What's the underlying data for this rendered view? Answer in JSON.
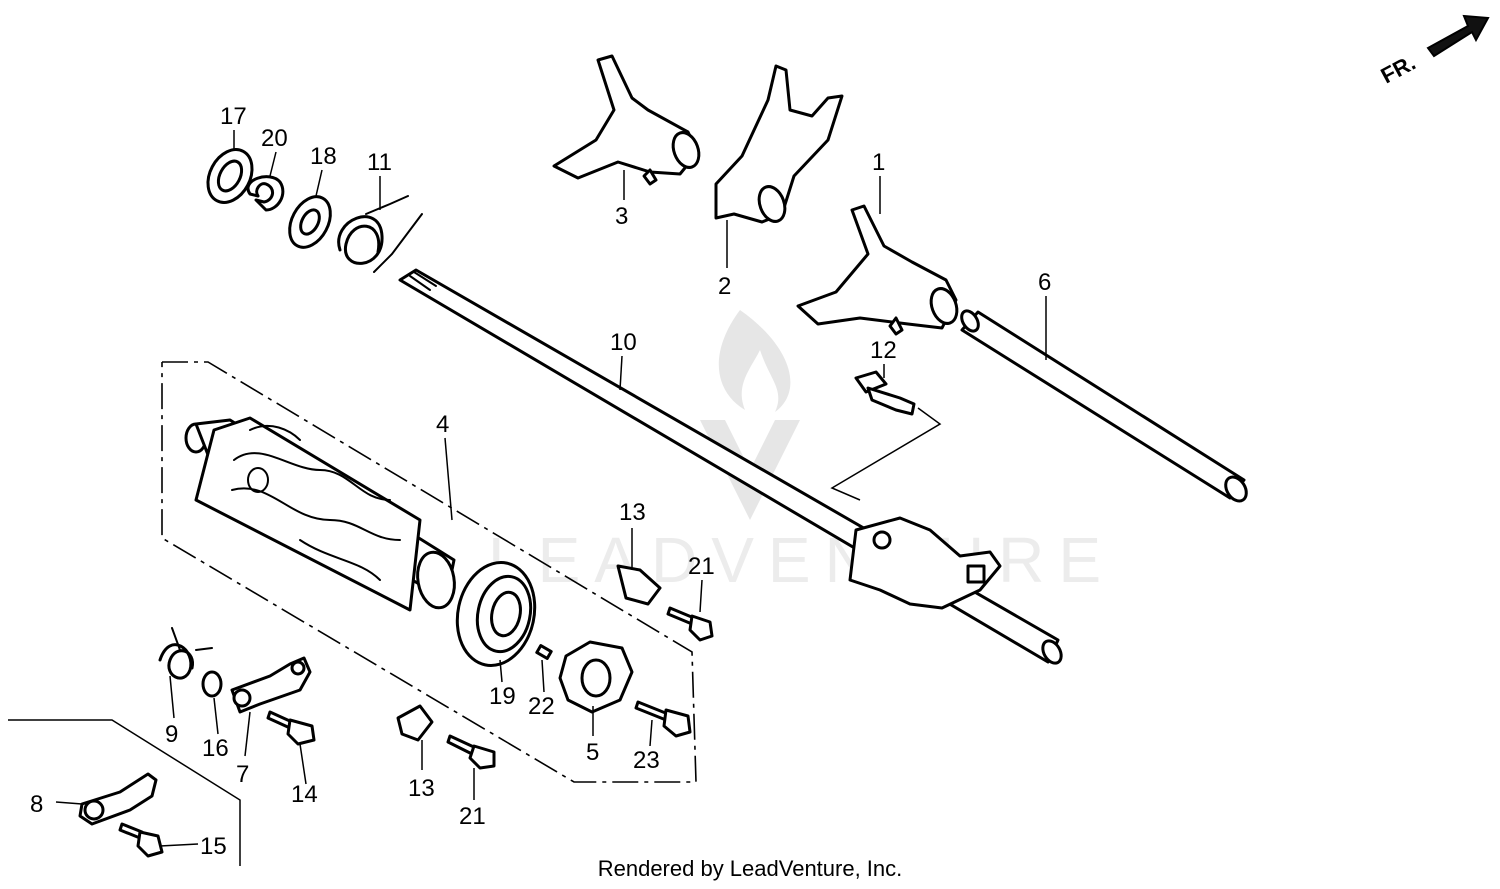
{
  "callouts": {
    "c1": "1",
    "c2": "2",
    "c3": "3",
    "c4": "4",
    "c5": "5",
    "c6": "6",
    "c7": "7",
    "c8": "8",
    "c9": "9",
    "c10": "10",
    "c11": "11",
    "c12": "12",
    "c13a": "13",
    "c13b": "13",
    "c14": "14",
    "c15": "15",
    "c16": "16",
    "c17": "17",
    "c18": "18",
    "c19": "19",
    "c20": "20",
    "c21a": "21",
    "c21b": "21",
    "c22": "22",
    "c23": "23"
  },
  "direction_label": "FR.",
  "watermark_text": "LEADVENTURE",
  "credit": "Rendered by LeadVenture, Inc."
}
